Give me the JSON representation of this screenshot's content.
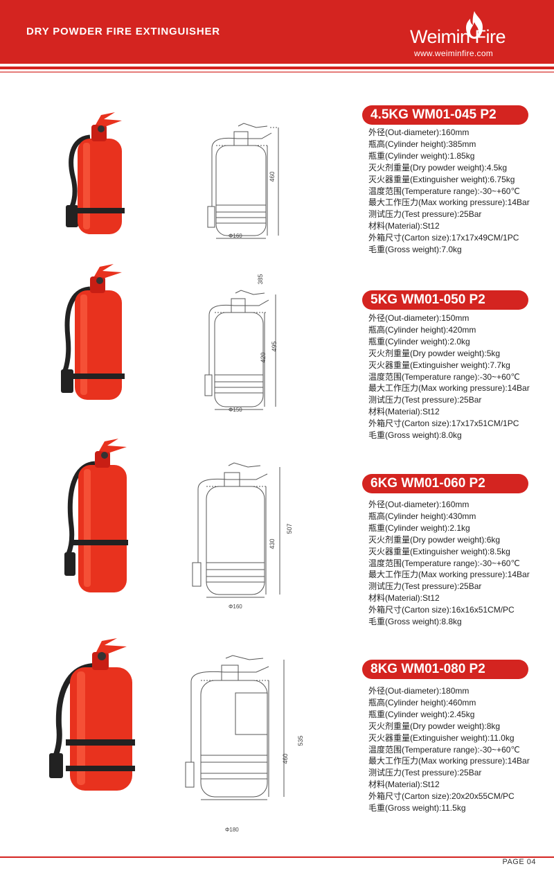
{
  "header": {
    "title": "DRY POWDER FIRE EXTINGUISHER",
    "brand": "Weimin Fire",
    "url": "www.weiminfire.com"
  },
  "colors": {
    "brand_red": "#d42420",
    "extinguisher_red": "#e8321e"
  },
  "products": [
    {
      "title": "4.5KG  WM01-045 P2",
      "dims": {
        "diameter": "Φ160",
        "cyl_height": "385",
        "total_height": "460"
      },
      "specs": [
        "外径(Out-diameter):160mm",
        "瓶高(Cylinder height):385mm",
        "瓶重(Cylinder weight):1.85kg",
        "灭火剂重量(Dry powder weight):4.5kg",
        "灭火器重量(Extinguisher weight):6.75kg",
        "温度范围(Temperature range):-30~+60℃",
        "最大工作压力(Max working pressure):14Bar",
        "测试压力(Test pressure):25Bar",
        "材料(Material):St12",
        "外箱尺寸(Carton size):17x17x49CM/1PC",
        "毛重(Gross weight):7.0kg"
      ]
    },
    {
      "title": "5KG  WM01-050 P2",
      "dims": {
        "diameter": "Φ150",
        "cyl_height": "420",
        "total_height": "495"
      },
      "specs": [
        "外径(Out-diameter):150mm",
        "瓶高(Cylinder height):420mm",
        "瓶重(Cylinder weight):2.0kg",
        "灭火剂重量(Dry powder weight):5kg",
        "灭火器重量(Extinguisher weight):7.7kg",
        "温度范围(Temperature range):-30~+60℃",
        "最大工作压力(Max working pressure):14Bar",
        "测试压力(Test pressure):25Bar",
        "材料(Material):St12",
        "外箱尺寸(Carton size):17x17x51CM/1PC",
        "毛重(Gross weight):8.0kg"
      ]
    },
    {
      "title": "6KG  WM01-060 P2",
      "dims": {
        "diameter": "Φ160",
        "cyl_height": "430",
        "total_height": "507"
      },
      "specs": [
        "外径(Out-diameter):160mm",
        "瓶高(Cylinder height):430mm",
        "瓶重(Cylinder weight):2.1kg",
        "灭火剂重量(Dry powder weight):6kg",
        "灭火器重量(Extinguisher weight):8.5kg",
        "温度范围(Temperature range):-30~+60℃",
        "最大工作压力(Max working pressure):14Bar",
        "测试压力(Test pressure):25Bar",
        "材料(Material):St12",
        "外箱尺寸(Carton size):16x16x51CM/PC",
        "毛重(Gross weight):8.8kg"
      ]
    },
    {
      "title": "8KG  WM01-080 P2",
      "dims": {
        "diameter": "Φ180",
        "cyl_height": "460",
        "total_height": "535"
      },
      "specs": [
        "外径(Out-diameter):180mm",
        "瓶高(Cylinder height):460mm",
        "瓶重(Cylinder weight):2.45kg",
        "灭火剂重量(Dry powder weight):8kg",
        "灭火器重量(Extinguisher weight):11.0kg",
        "温度范围(Temperature range):-30~+60℃",
        "最大工作压力(Max working pressure):14Bar",
        "测试压力(Test pressure):25Bar",
        "材料(Material):St12",
        "外箱尺寸(Carton size):20x20x55CM/PC",
        "毛重(Gross weight):11.5kg"
      ]
    }
  ],
  "footer": {
    "page": "PAGE 04"
  }
}
